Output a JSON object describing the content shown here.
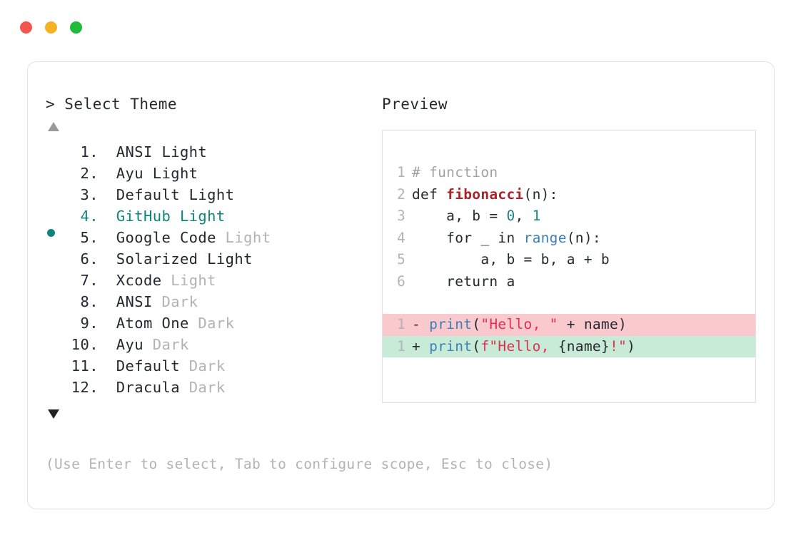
{
  "window": {
    "traffic_lights": [
      {
        "name": "close",
        "color": "#f4554e"
      },
      {
        "name": "minimize",
        "color": "#f5b223"
      },
      {
        "name": "maximize",
        "color": "#1fbc38"
      }
    ]
  },
  "left_panel": {
    "prompt": "> Select Theme",
    "scroll_up_icon": "triangle-up-icon",
    "scroll_down_icon": "triangle-down-icon",
    "items": [
      {
        "index": "1.",
        "name": "ANSI Light",
        "suffix": "",
        "selected": false
      },
      {
        "index": "2.",
        "name": "Ayu Light",
        "suffix": "",
        "selected": false
      },
      {
        "index": "3.",
        "name": "Default Light",
        "suffix": "",
        "selected": false
      },
      {
        "index": "4.",
        "name": "GitHub Light",
        "suffix": "",
        "selected": true
      },
      {
        "index": "5.",
        "name": "Google Code",
        "suffix": "Light",
        "selected": false
      },
      {
        "index": "6.",
        "name": "Solarized Light",
        "suffix": "",
        "selected": false
      },
      {
        "index": "7.",
        "name": "Xcode",
        "suffix": "Light",
        "selected": false
      },
      {
        "index": "8.",
        "name": "ANSI",
        "suffix": "Dark",
        "selected": false
      },
      {
        "index": "9.",
        "name": "Atom One",
        "suffix": "Dark",
        "selected": false
      },
      {
        "index": "10.",
        "name": "Ayu",
        "suffix": "Dark",
        "selected": false
      },
      {
        "index": "11.",
        "name": "Default",
        "suffix": "Dark",
        "selected": false
      },
      {
        "index": "12.",
        "name": "Dracula",
        "suffix": "Dark",
        "selected": false
      }
    ],
    "hint": "(Use Enter to select, Tab to configure scope, Esc to close)"
  },
  "right_panel": {
    "label": "Preview",
    "code_lines": [
      {
        "no": "1",
        "tokens": [
          {
            "t": "# function",
            "c": "tok-com"
          }
        ]
      },
      {
        "no": "2",
        "tokens": [
          {
            "t": "def ",
            "c": "tok-kw"
          },
          {
            "t": "fibonacci",
            "c": "tok-fn"
          },
          {
            "t": "(n):",
            "c": "tok-pln"
          }
        ]
      },
      {
        "no": "3",
        "tokens": [
          {
            "t": "    a, b = ",
            "c": "tok-pln"
          },
          {
            "t": "0",
            "c": "tok-num"
          },
          {
            "t": ", ",
            "c": "tok-pln"
          },
          {
            "t": "1",
            "c": "tok-num"
          }
        ]
      },
      {
        "no": "4",
        "tokens": [
          {
            "t": "    for _ in ",
            "c": "tok-pln"
          },
          {
            "t": "range",
            "c": "tok-bi"
          },
          {
            "t": "(n):",
            "c": "tok-pln"
          }
        ]
      },
      {
        "no": "5",
        "tokens": [
          {
            "t": "        a, b = b, a + b",
            "c": "tok-pln"
          }
        ]
      },
      {
        "no": "6",
        "tokens": [
          {
            "t": "    return a",
            "c": "tok-pln"
          }
        ]
      }
    ],
    "diff_lines": [
      {
        "no": "1",
        "kind": "del",
        "sign": "-",
        "tokens": [
          {
            "t": "print",
            "c": "tok-bi"
          },
          {
            "t": "(",
            "c": "tok-pln"
          },
          {
            "t": "\"Hello, \"",
            "c": "tok-str"
          },
          {
            "t": " + name)",
            "c": "tok-pln"
          }
        ]
      },
      {
        "no": "1",
        "kind": "add",
        "sign": "+",
        "tokens": [
          {
            "t": "print",
            "c": "tok-bi"
          },
          {
            "t": "(",
            "c": "tok-pln"
          },
          {
            "t": "f\"Hello, ",
            "c": "tok-str"
          },
          {
            "t": "{name}",
            "c": "tok-pln"
          },
          {
            "t": "!\"",
            "c": "tok-str"
          },
          {
            "t": ")",
            "c": "tok-pln"
          }
        ]
      }
    ]
  },
  "colors": {
    "accent_teal": "#12837c",
    "muted_gray": "#b3b3b5",
    "text_dark": "#24292e",
    "border": "#e2e2e4",
    "diff_del_bg": "#f9c9ce",
    "diff_add_bg": "#c8ebd8"
  }
}
